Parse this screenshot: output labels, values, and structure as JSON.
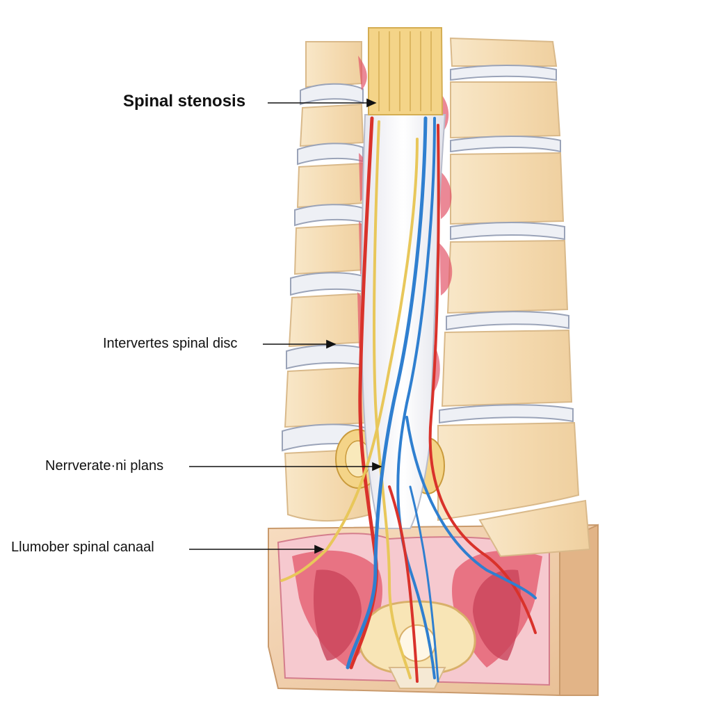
{
  "labels": {
    "spinal_stenosis": "Spinal stenosis",
    "intervertebral_disc": "Intervertes spinal disc",
    "nerve_roots": "Nerrverate·ni plans",
    "lumbar_canal": "Llumober spinal canaal"
  },
  "colors": {
    "bone_fill": "#f6e2bf",
    "bone_edge": "#d9b98a",
    "disc_fill": "#eef0f5",
    "disc_edge": "#9aa3b8",
    "cord_fill": "#f2f2f6",
    "cauda_fill": "#f4d488",
    "artery": "#d9322b",
    "vein": "#2f7fd0",
    "nerve": "#e8c75a",
    "tissue": "#f1a7b4",
    "muscle": "#c9435a",
    "block_fill": "#f3d3b0",
    "block_edge": "#c99a6c"
  }
}
